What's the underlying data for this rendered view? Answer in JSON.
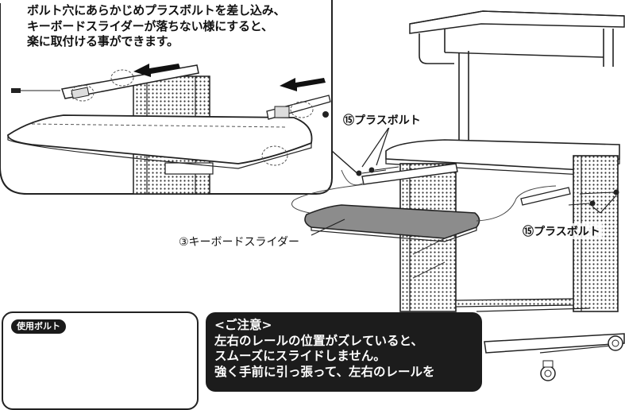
{
  "callout": {
    "lines": [
      "ボルト穴にあらかじめプラスボルトを差し込み、",
      "キーボードスライダーが落ちない様にすると、",
      "楽に取付ける事ができます。"
    ]
  },
  "labels": {
    "bolt_top": "⑮プラスボルト",
    "bolt_right": "⑮プラスボルト",
    "keyboard_slider": "③キーボードスライダー"
  },
  "bolt_box": {
    "badge": "使用ボルト"
  },
  "notice": {
    "lines": [
      "<ご注意>",
      "左右のレールの位置がズレていると、",
      "スムーズにスライドしません。",
      "強く手前に引っ張って、左右のレールを"
    ]
  },
  "colors": {
    "ink": "#111111",
    "notice_bg": "#1c1c1c",
    "panel_fill": "#9a9a9a",
    "slider_fill": "#8c8c8c"
  }
}
